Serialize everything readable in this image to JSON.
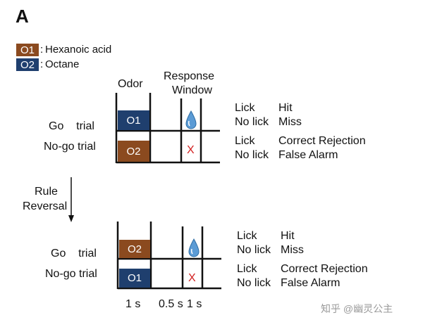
{
  "panel_label": "A",
  "colors": {
    "hexanoic": "#8b4a1f",
    "octane": "#1f3f6e",
    "x_mark": "#d21f1f",
    "drop": "#5b9bd5"
  },
  "legend": [
    {
      "code": "O1",
      "separator": ":",
      "name": "Hexanoic acid"
    },
    {
      "code": "O2",
      "separator": ":",
      "name": "Octane"
    }
  ],
  "headers": {
    "odor": "Odor",
    "response_line1": "Response",
    "response_line2": "Window"
  },
  "rule": {
    "line1": "Rule",
    "line2": "Reversal"
  },
  "top": {
    "go": {
      "label": "Go    trial",
      "odor": "O1"
    },
    "nogo": {
      "label": "No-go trial",
      "odor": "O2"
    },
    "go_outcomes": [
      {
        "action": "Lick",
        "result": "Hit"
      },
      {
        "action": "No lick",
        "result": "Miss"
      }
    ],
    "nogo_outcomes": [
      {
        "action": "Lick",
        "result": "Correct Rejection"
      },
      {
        "action": "No lick",
        "result": "False Alarm"
      }
    ]
  },
  "bottom": {
    "go": {
      "label": "Go    trial",
      "odor": "O2"
    },
    "nogo": {
      "label": "No-go trial",
      "odor": "O1"
    },
    "go_outcomes": [
      {
        "action": "Lick",
        "result": "Hit"
      },
      {
        "action": "No lick",
        "result": "Miss"
      }
    ],
    "nogo_outcomes": [
      {
        "action": "Lick",
        "result": "Correct Rejection"
      },
      {
        "action": "No lick",
        "result": "False Alarm"
      }
    ]
  },
  "timing": {
    "t1": "1 s",
    "t2": "0.5 s",
    "t3": "1 s"
  },
  "nogo_mark": "X",
  "watermark": "知乎 @幽灵公主"
}
